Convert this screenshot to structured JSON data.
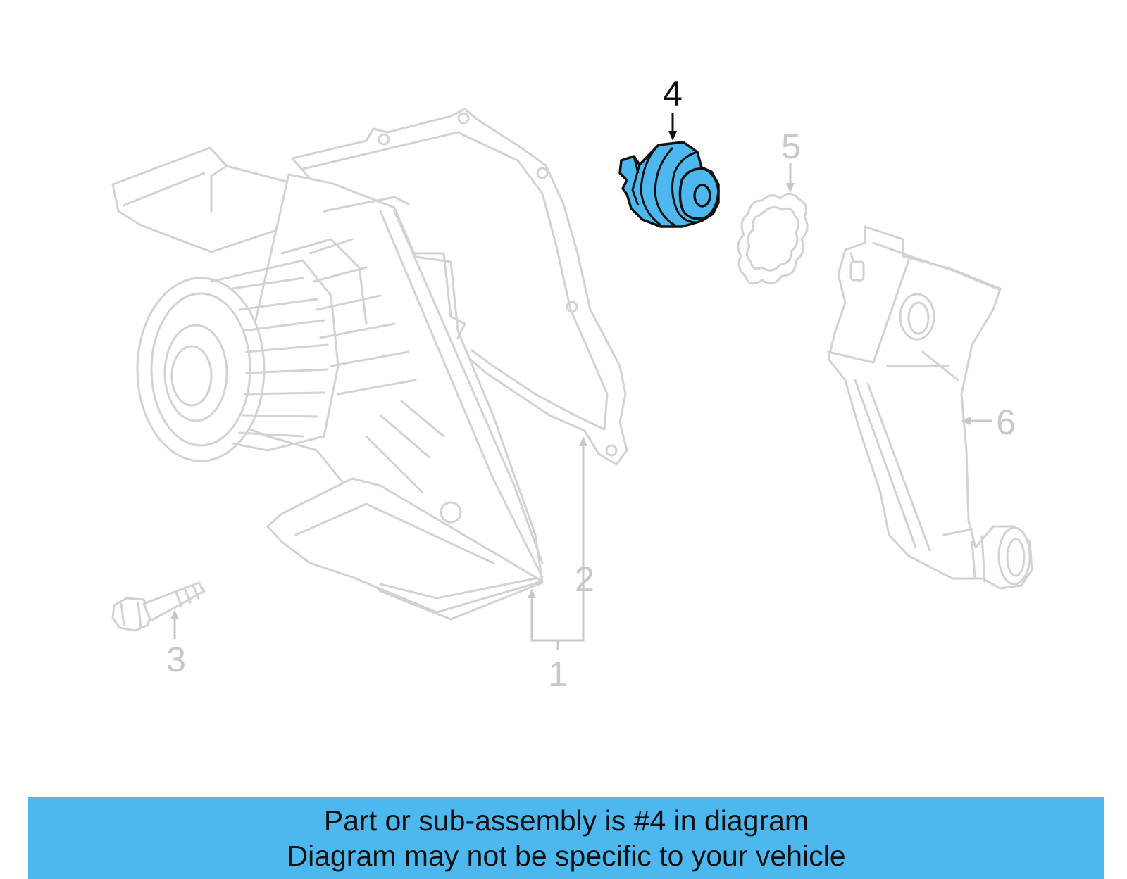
{
  "callouts": {
    "c1": "1",
    "c2": "2",
    "c3": "3",
    "c4": "4",
    "c5": "5",
    "c6": "6"
  },
  "highlighted_part": "4",
  "colors": {
    "highlight": "#4db8ef",
    "ghost": "#d2d2d2",
    "ink": "#111111"
  },
  "banner": {
    "line1": "Part or sub-assembly is #4 in diagram",
    "line2": "Diagram may not be specific to your vehicle"
  }
}
